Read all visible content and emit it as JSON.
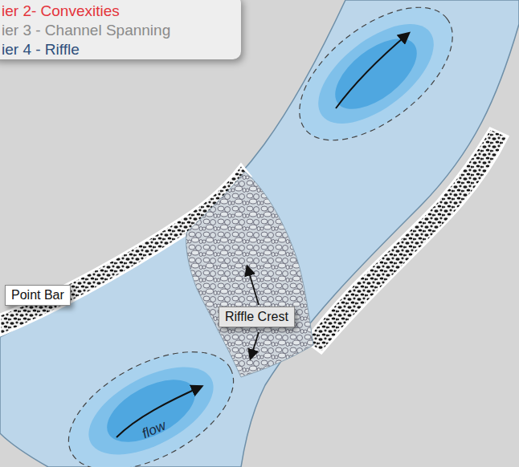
{
  "diagram": {
    "labels": [
      "ier 2- Convexities",
      "ier 3 - Channel Spanning",
      "ier 4 - Riffle",
      "Point Bar",
      "Riffle Crest",
      "flow"
    ]
  }
}
